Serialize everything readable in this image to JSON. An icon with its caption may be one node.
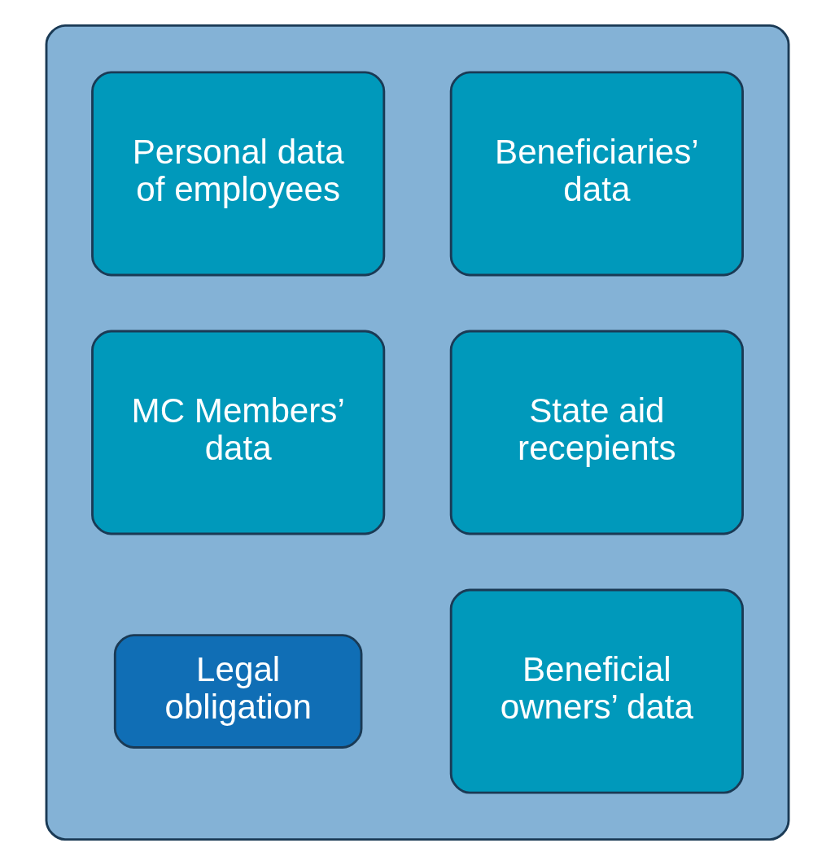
{
  "diagram": {
    "nodes": [
      {
        "text": [],
        "shape": "box"
      },
      {
        "text": [
          "Beneficiaries’ data"
        ],
        "in": 0
      },
      {
        "text": [
          "Personal data of employees"
        ],
        "in": 0
      },
      {
        "text": [
          "State aid recepients"
        ],
        "in": 0
      },
      {
        "text": [
          "MC Members’ data"
        ],
        "in": 0
      },
      {
        "text": [
          "Beneficial owners’ data"
        ],
        "in": 0
      },
      {
        "text": [
          "Legal obligation"
        ],
        "in": 0
      }
    ],
    "edges": []
  }
}
